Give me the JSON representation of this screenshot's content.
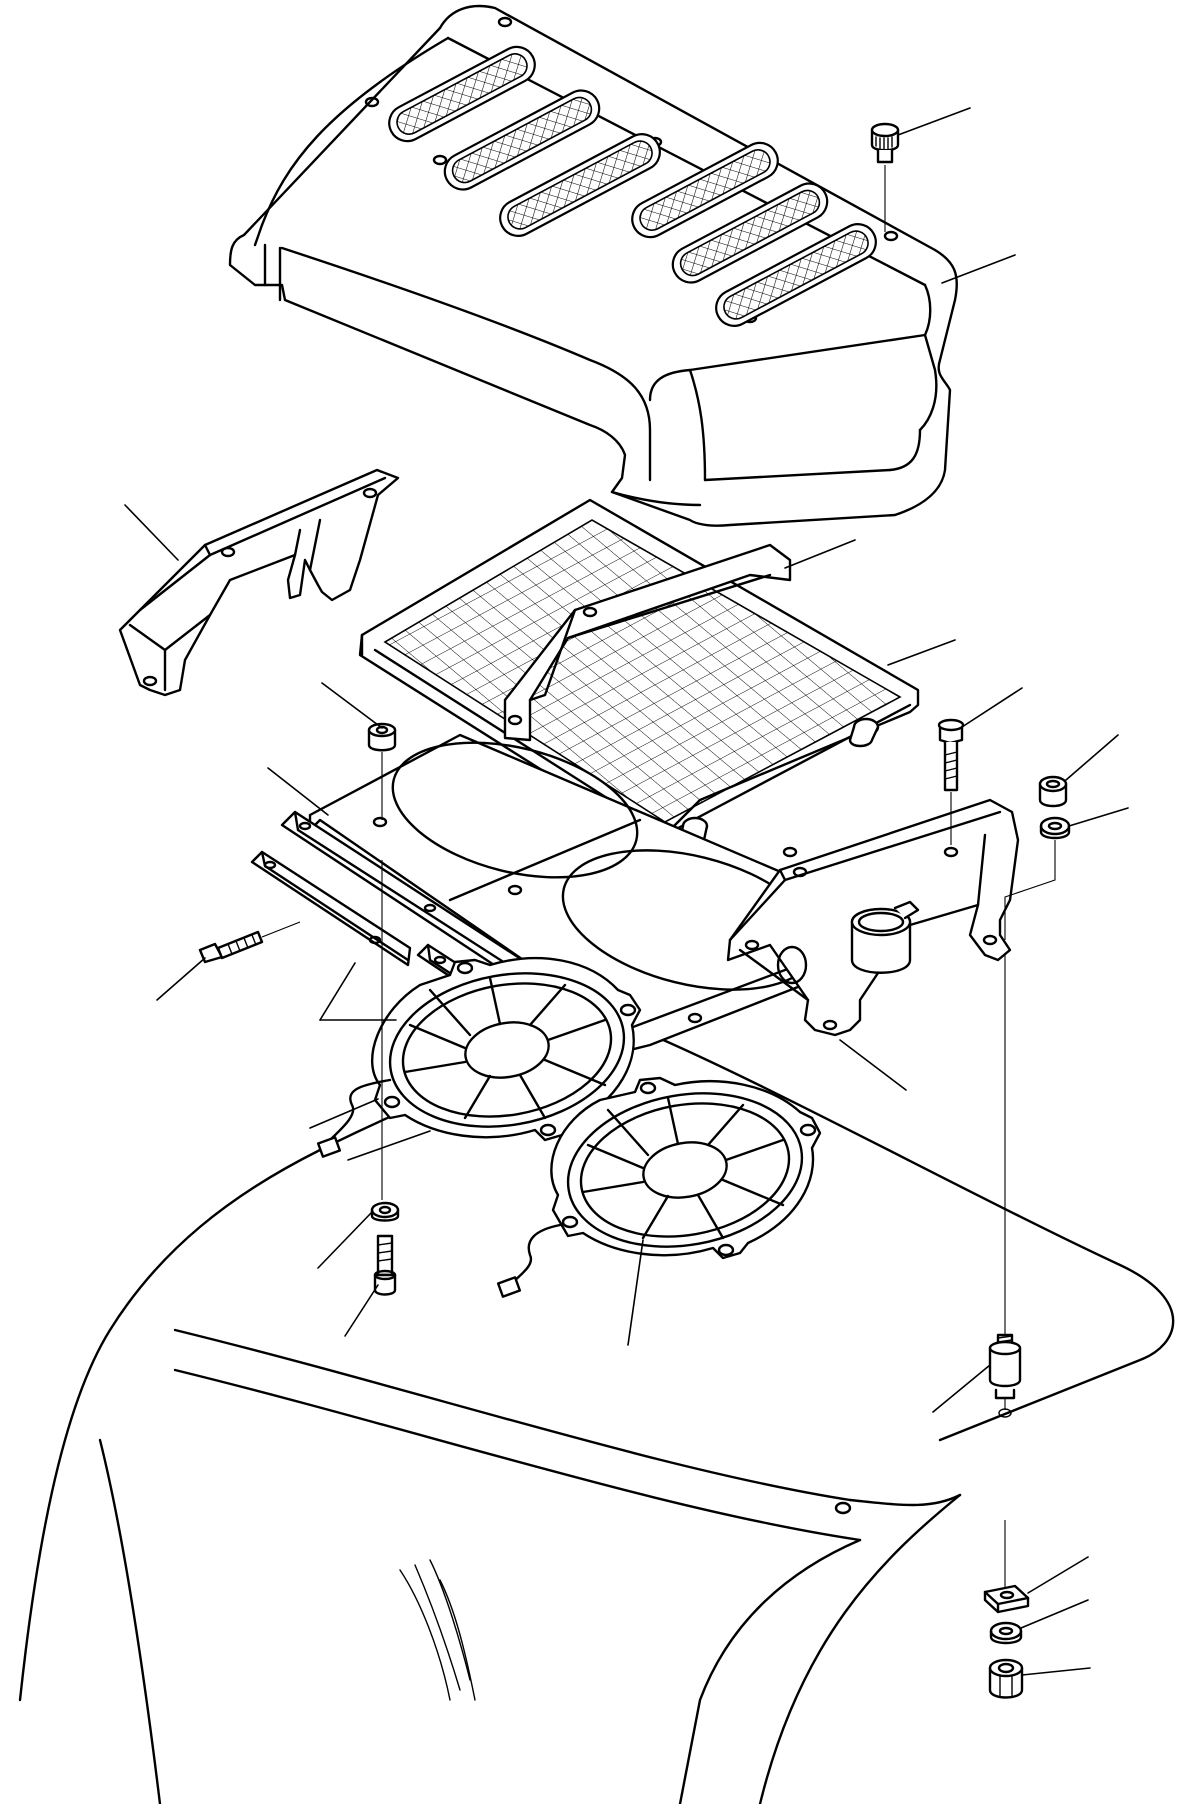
{
  "diagram": {
    "kind": "exploded-parts-view",
    "assemblies": [
      {
        "name": "top-cover-with-grilles",
        "part": "vented cover"
      },
      {
        "name": "condenser-core",
        "part": "condenser"
      },
      {
        "name": "fan-shroud-plate",
        "part": "shroud"
      },
      {
        "name": "electric-fan-left",
        "part": "fan"
      },
      {
        "name": "electric-fan-right",
        "part": "fan"
      },
      {
        "name": "support-bracket-left",
        "part": "bracket"
      },
      {
        "name": "support-bracket-center",
        "part": "bracket"
      },
      {
        "name": "support-bracket-right",
        "part": "bracket"
      },
      {
        "name": "cab-roof",
        "part": "roof"
      }
    ],
    "fasteners": [
      "knob-screw",
      "bolt",
      "nut",
      "washer",
      "rubber-mount",
      "square-washer",
      "flange-nut"
    ],
    "callout_numbers_printed": false
  }
}
